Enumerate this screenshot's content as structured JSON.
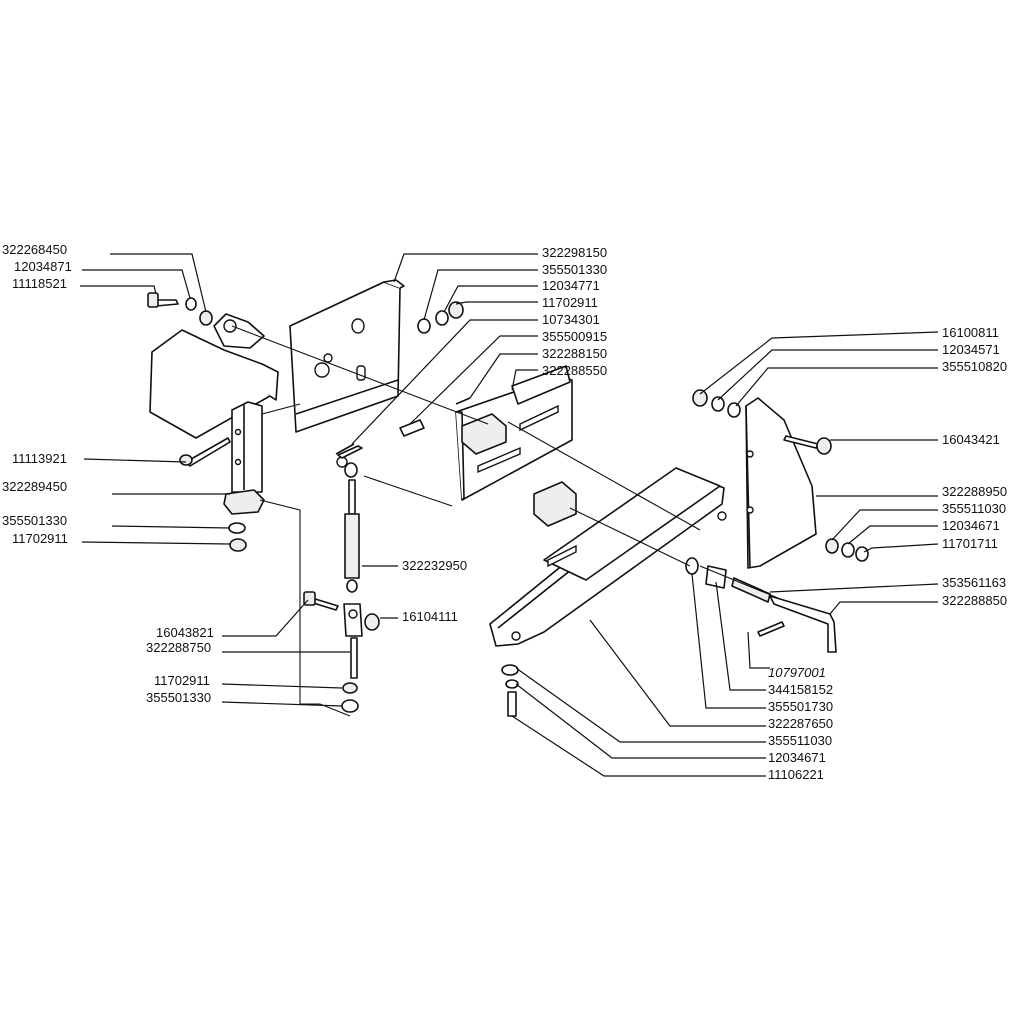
{
  "labels": {
    "l322268450": "322268450",
    "l12034871": "12034871",
    "l11118521": "11118521",
    "l11113921": "11113921",
    "l322289450": "322289450",
    "l355501330a": "355501330",
    "l11702911a": "11702911",
    "l16043821": "16043821",
    "l322288750": "322288750",
    "l11702911b": "11702911",
    "l355501330b": "355501330",
    "l322298150": "322298150",
    "l355501330c": "355501330",
    "l12034771": "12034771",
    "l11702911c": "11702911",
    "l10734301": "10734301",
    "l355500915": "355500915",
    "l322288150": "322288150",
    "l322288550": "322288550",
    "l322232950": "322232950",
    "l16104111": "16104111",
    "l16100811": "16100811",
    "l12034571": "12034571",
    "l355510820": "355510820",
    "l16043421": "16043421",
    "l322288950": "322288950",
    "l355511030a": "355511030",
    "l12034671a": "12034671",
    "l11701711": "11701711",
    "l353561163": "353561163",
    "l322288850": "322288850",
    "l10797001": "10797001",
    "l344158152": "344158152",
    "l355501730": "355501730",
    "l322287650": "322287650",
    "l355511030b": "355511030",
    "l12034671b": "12034671",
    "l11106221": "11106221"
  }
}
